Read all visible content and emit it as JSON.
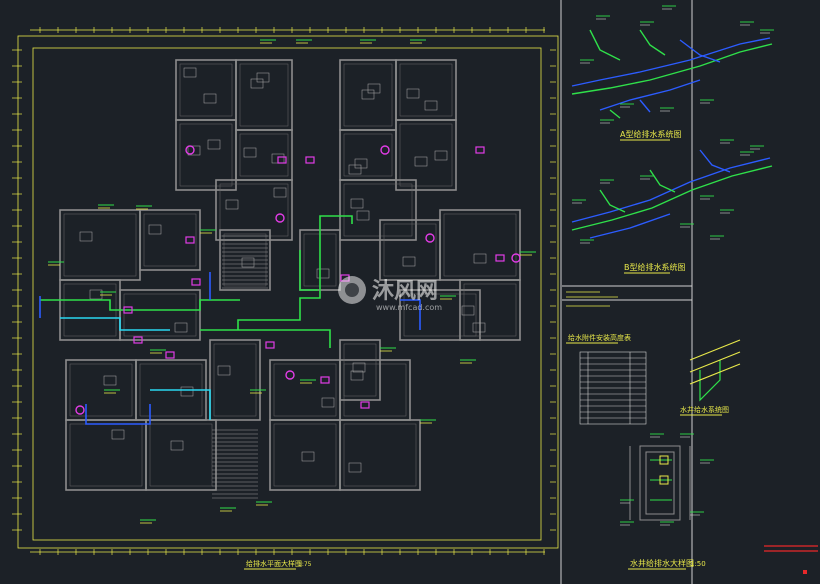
{
  "drawing": {
    "main_plan_caption": "给排水平面大样图",
    "main_plan_scale": "1:75",
    "system_a_caption": "A型给排水系统图",
    "system_b_caption": "B型给排水系统图",
    "fixture_table_title": "给水附件安装高度表",
    "riser_system_caption": "水井给水系统图",
    "riser_detail_caption": "水井给排水大样图",
    "riser_detail_scale": "1:50"
  },
  "watermark": {
    "brand": "沐风网",
    "url": "www.mfcad.com"
  },
  "colors": {
    "background": "#1c2127",
    "wall": "#8c8c8c",
    "yellow": "#e8e84a",
    "green": "#2fe04a",
    "cyan": "#29d7f0",
    "blue": "#2c5cff",
    "magenta": "#e23ce6",
    "red": "#e8282a"
  }
}
